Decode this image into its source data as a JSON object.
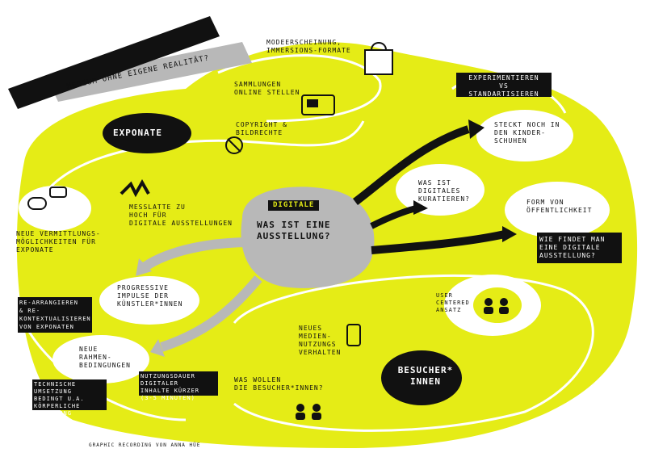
{
  "colors": {
    "yellow": "#e5ec16",
    "black": "#111111",
    "gray": "#b8b8b8",
    "white": "#ffffff"
  },
  "title": "Digitale Ausstellungen",
  "subtitle": "Medium ohne eigene Realität?",
  "center": {
    "tag": "Digitale",
    "question": "Was ist eine\nAusstellung?"
  },
  "exponate": "Exponate",
  "besucher": "Besucher*\ninnen",
  "notes": {
    "modeerscheinung": "Modeerscheinung,\nImmersions-Formate",
    "sammlungen": "Sammlungen\nonline stellen",
    "copyright": "Copyright &\nBildrechte",
    "messlatte": "Messlatte zu\nhoch für\ndigitale Ausstellungen",
    "vermittlung": "Neue Vermittlungs-\nmöglichkeiten für\nExponate",
    "steckt": "Steckt noch in\nden Kinder-\nschuhen",
    "kuratieren": "Was ist\ndigitales\nKuratieren?",
    "oeffentlichkeit": "Form von\nÖffentlichkeit",
    "findet": "Wie findet man\neine digitale\nAusstellung?",
    "experimentieren": "Experimentieren\nvs\nStandartisieren",
    "progressive": "Progressive\nImpulse der\nKünstler*innen",
    "rearrangieren": "Re-Arrangieren\n& Re-\nKontextualisieren\nvon Exponaten",
    "rahmen": "Neue\nRahmen-\nbedingungen",
    "technische": "Technische Umsetzung\nbedingt u.a.\nkörperliche\nBelastung",
    "nutzungsdauer": "Nutzungsdauer digitaler\nInhalte kürzer\n(3-5 Minuten)",
    "user": "User\ncentered\nAnsatz",
    "medien": "Neues\nMedien-\nnutzungs\nverhalten",
    "wollen": "Was wollen\ndie Besucher*innen?"
  },
  "credit": "Graphic Recording von Anna Hüe"
}
